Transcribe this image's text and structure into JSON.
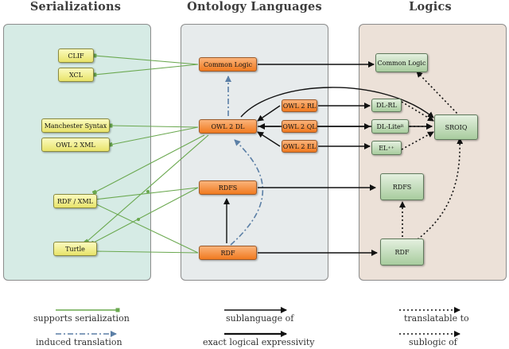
{
  "columns": {
    "serializations": "Serializations",
    "ontology_languages": "Ontology Languages",
    "logics": "Logics"
  },
  "serializations": {
    "clif": "CLIF",
    "xcl": "XCL",
    "manchester": "Manchester Syntax",
    "owl2xml": "OWL 2 XML",
    "rdfxml": "RDF / XML",
    "turtle": "Turtle"
  },
  "ontology_languages": {
    "common_logic": "Common Logic",
    "owl2dl": "OWL 2 DL",
    "owl2rl": "OWL 2 RL",
    "owl2ql": "OWL 2 QL",
    "owl2el": "OWL 2 EL",
    "rdfs": "RDFS",
    "rdf": "RDF"
  },
  "logics": {
    "common_logic": "Common Logic",
    "dl_rl": "DL-RL",
    "dl_lite": "DL-Lite",
    "dl_lite_sub": "R",
    "el": "EL",
    "el_sup": "++",
    "sroiq": "SROIQ",
    "rdfs": "RDFS",
    "rdf": "RDF"
  },
  "legend": {
    "supports_serialization": "supports serialization",
    "induced_translation": "induced translation",
    "sublanguage_of": "sublanguage of",
    "exact_expressivity": "exact logical expressivity",
    "translatable_to": "translatable to",
    "sublogic_of": "sublogic of"
  },
  "colors": {
    "serialization_link": "#6aa84f",
    "induced_translation": "#5b7fa6",
    "solid_arrow": "#111111",
    "serialization_node": "#f1ec8a",
    "language_node": "#f28a33",
    "logic_node": "#b9d6b0"
  }
}
